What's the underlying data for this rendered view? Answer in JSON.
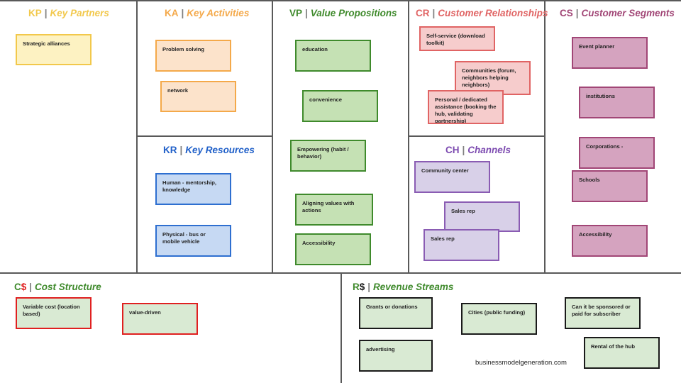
{
  "sections": {
    "kp": {
      "abbr": "KP",
      "title": "Key Partners",
      "abbr_color": "#f2c84b",
      "title_color": "#f2c84b"
    },
    "ka": {
      "abbr": "KA",
      "title": "Key Activities",
      "abbr_color": "#f4a94a",
      "title_color": "#f4a94a"
    },
    "kr": {
      "abbr": "KR",
      "title": "Key Resources",
      "abbr_color": "#1f5fc8",
      "title_color": "#1f5fc8"
    },
    "vp": {
      "abbr": "VP",
      "title": "Value Propositions",
      "abbr_color": "#3f8a2c",
      "title_color": "#3f8a2c"
    },
    "cr": {
      "abbr": "CR",
      "title": "Customer Relationships",
      "abbr_color": "#e06464",
      "title_color": "#e06464"
    },
    "ch": {
      "abbr": "CH",
      "title": "Channels",
      "abbr_color": "#7c4ab0",
      "title_color": "#7c4ab0"
    },
    "cs": {
      "abbr": "CS",
      "title": "Customer Segments",
      "abbr_color": "#a14676",
      "title_color": "#a14676"
    },
    "cost": {
      "abbr_c": "C",
      "abbr_sym": "$",
      "title": "Cost Structure",
      "abbr_color": "#3f8a2c",
      "sym_color": "#e02020",
      "title_color": "#3f8a2c"
    },
    "rev": {
      "abbr_c": "R",
      "abbr_sym": "$",
      "title": "Revenue Streams",
      "abbr_color": "#3f8a2c",
      "sym_color": "#1a1a1a",
      "title_color": "#3f8a2c"
    }
  },
  "separator": "|",
  "notes": {
    "kp": [
      "Strategic alliances"
    ],
    "ka": [
      "Problem solving",
      "network"
    ],
    "kr": [
      "Human - mentorship, knowledge",
      "Physical - bus or mobile vehicle"
    ],
    "vp": [
      "education",
      "convenience",
      "Empowering (habit / behavior)",
      "Aligning values with actions",
      "Accessibility"
    ],
    "cr": [
      "Self-service (download toolkit)",
      "Communities (forum, neighbors helping neighbors)",
      "Personal / dedicated assistance (booking the hub, validating partnership)"
    ],
    "ch": [
      "Community center",
      "Sales rep",
      "Sales rep"
    ],
    "cs": [
      "Event planner",
      "institutions",
      "Corporations -",
      "Schools",
      "Accessibility"
    ],
    "cost": [
      "Variable cost (location based)",
      "value-driven"
    ],
    "rev": [
      "Grants or donations",
      "Cities (public funding)",
      "Can it be sponsored or paid for subscriber",
      "advertising",
      "Rental of the hub"
    ]
  },
  "credit": "businessmodelgeneration.com"
}
